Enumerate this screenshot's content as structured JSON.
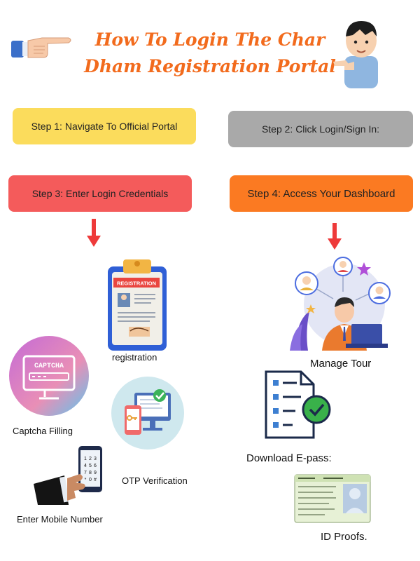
{
  "title": {
    "line1": "How To Login The Char",
    "line2": "Dham Registration Portal"
  },
  "steps": [
    {
      "label": "Step 1: Navigate To  Official Portal",
      "color": "#fbdc5c"
    },
    {
      "label": "Step 2: Click Login/Sign In:",
      "color": "#a9a9a9"
    },
    {
      "label": "Step 3: Enter Login Credentials",
      "color": "#f45b5b"
    },
    {
      "label": "Step 4: Access Your Dashboard",
      "color": "#fb7a22"
    }
  ],
  "left_items": {
    "registration": "registration",
    "registration_card": "REGISTRATION",
    "captcha": "Captcha Filling",
    "captcha_screen": "CAPTCHA",
    "otp": "OTP Verification",
    "mobile": "Enter Mobile Number"
  },
  "right_items": {
    "manage": "Manage Tour",
    "download": "Download E-pass:",
    "id": "ID Proofs."
  },
  "colors": {
    "accent": "#f26b1d",
    "arrow": "#ee3a3a"
  },
  "icons": [
    "pointing-hand-icon",
    "boy-pointing-icon",
    "down-arrow-icon",
    "clipboard-icon",
    "captcha-monitor-icon",
    "otp-devices-icon",
    "phone-hand-icon",
    "manager-laptop-icon",
    "checklist-document-icon",
    "id-card-icon"
  ]
}
